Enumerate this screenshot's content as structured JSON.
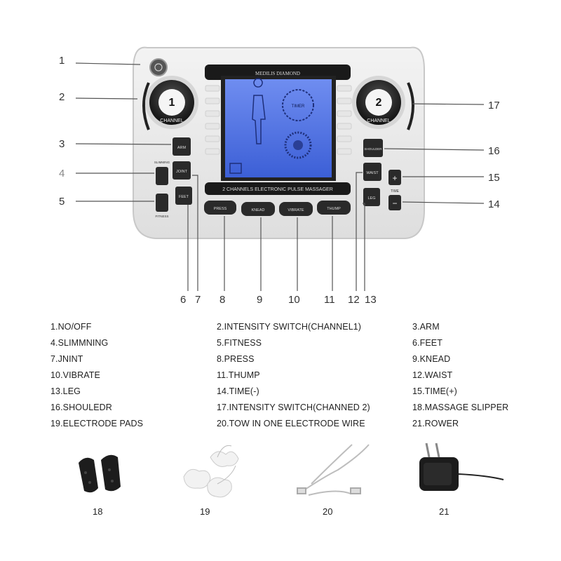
{
  "device": {
    "brand": "MEDILIS DIAMOND",
    "model_label": "2 CHANNELS ELECTRONIC PULSE MASSAGER",
    "channel1": {
      "number": "1",
      "label": "CHANNEL"
    },
    "channel2": {
      "number": "2",
      "label": "CHANNEL"
    },
    "screen": {
      "timer_label": "TIMER"
    },
    "buttons": {
      "arm": "ARM",
      "joint": "JOINT",
      "feet": "FEET",
      "shoulder": "SHOULDER",
      "waist": "WAIST",
      "leg": "LEG",
      "press": "PRESS",
      "knead": "KNEAD",
      "vibrate": "VIBRATE",
      "thump": "THUMP",
      "plus": "+",
      "minus": "−"
    },
    "side_labels": {
      "slimming": "SLIMMING",
      "fitness": "FITNESS",
      "time": "TIME"
    }
  },
  "callouts": {
    "c1": "1",
    "c2": "2",
    "c3": "3",
    "c4": "4",
    "c5": "5",
    "c6": "6",
    "c7": "7",
    "c8": "8",
    "c9": "9",
    "c10": "10",
    "c11": "11",
    "c12": "12",
    "c13": "13",
    "c14": "14",
    "c15": "15",
    "c16": "16",
    "c17": "17"
  },
  "legend": [
    "1.NO/OFF",
    "2.INTENSITY SWITCH(CHANNEL1)",
    "3.ARM",
    "4.SLIMMNING",
    "5.FITNESS",
    "6.FEET",
    "7.JNINT",
    "8.PRESS",
    "9.KNEAD",
    "10.VIBRATE",
    "11.THUMP",
    "12.WAIST",
    "13.LEG",
    "14.TIME(-)",
    "15.TIME(+)",
    "16.SHOULEDR",
    "17.INTENSITY SWITCH(CHANNED 2)",
    "18.MASSAGE SLIPPER",
    "19.ELECTRODE PADS",
    "20.TOW IN ONE ELECTRODE WIRE",
    "21.ROWER"
  ],
  "accessories": {
    "a18": "18",
    "a19": "19",
    "a20": "20",
    "a21": "21"
  }
}
